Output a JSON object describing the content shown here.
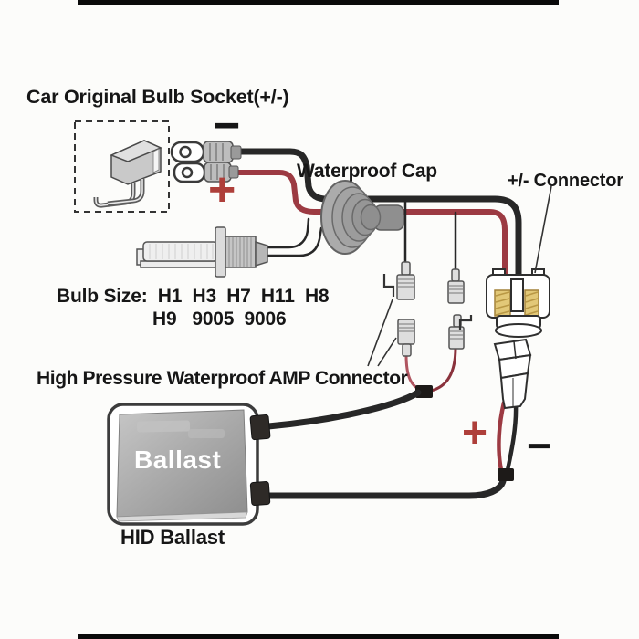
{
  "colors": {
    "background": "#fcfcfa",
    "label": "#161616",
    "wire_black": "#272727",
    "wire_red": "#9c3a42",
    "wire_red_light": "#b05560",
    "wire_red_dark": "#8a323c",
    "plus_red": "#ae3f3a",
    "contact_yellow": "#e2c878"
  },
  "labels": {
    "car_socket": "Car Original Bulb Socket(+/-)",
    "waterproof_cap": "Waterproof Cap",
    "pm_connector": "+/- Connector",
    "bulb_size_line1": "Bulb Size:  H1  H3  H7  H11  H8",
    "bulb_size_line2": "H9   9005  9006",
    "amp_connector": "High Pressure Waterproof AMP Connector",
    "ballast": "Ballast",
    "hid_ballast": "HID Ballast"
  },
  "symbols": {
    "socket_minus": "−",
    "socket_plus": "+",
    "battery_plus": "+",
    "battery_minus": "−"
  }
}
